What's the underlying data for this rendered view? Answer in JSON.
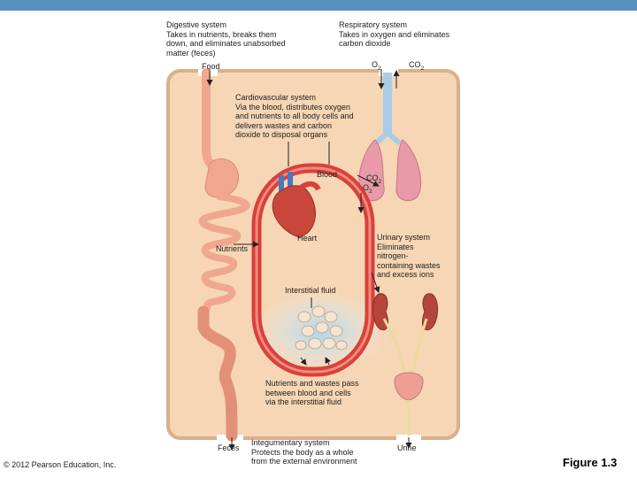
{
  "topbar_color": "#5a8fc2",
  "digestive": {
    "line1": "Digestive system",
    "line2": "Takes in nutrients, breaks them",
    "line3": "down, and eliminates unabsorbed",
    "line4": "matter (feces)"
  },
  "respiratory": {
    "line1": "Respiratory system",
    "line2": "Takes in oxygen and eliminates",
    "line3": "carbon dioxide"
  },
  "food": "Food",
  "o2_top": "O",
  "co2_top": "CO",
  "subscript_2": "2",
  "cardiovascular": {
    "line1": "Cardiovascular system",
    "line2": "Via the blood, distributes oxygen",
    "line3": "and nutrients to all body cells and",
    "line4": "delivers wastes and carbon",
    "line5": "dioxide to disposal organs"
  },
  "blood": "Blood",
  "co2_lung": "CO",
  "o2_lung": "O",
  "heart": "Heart",
  "nutrients": "Nutrients",
  "urinary": {
    "line1": "Urinary system",
    "line2": "Eliminates",
    "line3": "nitrogen-",
    "line4": "containing wastes",
    "line5": "and excess ions"
  },
  "interstitial": "Interstitial fluid",
  "exchange": {
    "line1": "Nutrients and wastes pass",
    "line2": "between blood and cells",
    "line3": "via the interstitial fluid"
  },
  "feces": "Feces",
  "integumentary": {
    "line1": "Integumentary system",
    "line2": "Protects the body as a whole",
    "line3": "from the external environment"
  },
  "urine": "Urine",
  "copyright": "© 2012 Pearson Education, Inc.",
  "figure": "Figure 1.3",
  "colors": {
    "body_fill": "#f6d6b4",
    "body_border": "#d9b08c",
    "vessel": "#d8413a",
    "lungs": "#e89aa8",
    "intestine": "#f1a78f",
    "interstitial": "#bfe0f2",
    "kidney": "#b3453c"
  }
}
